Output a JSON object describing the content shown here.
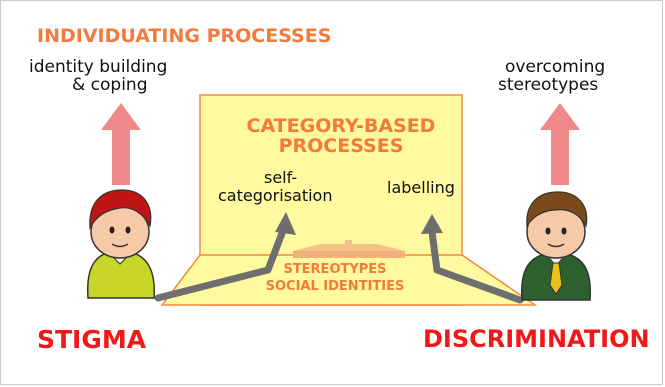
{
  "colors": {
    "panel_fill": "#fff9a0",
    "panel_stroke": "#f08a3a",
    "header_orange": "#f47a3a",
    "label_red": "#f01818",
    "arrow_pink": "#f08a8a",
    "arrow_gray": "#6e6e6e"
  },
  "icons": [
    "person-red-hair-icon",
    "person-brown-hair-tie-icon",
    "pedestal-icon"
  ],
  "title": "INDIVIDUATING PROCESSES",
  "left_top": {
    "line1": "identity building",
    "line2": "& coping"
  },
  "right_top": {
    "line1": "overcoming",
    "line2": "stereotypes"
  },
  "center": {
    "heading_line1": "CATEGORY-BASED",
    "heading_line2": "PROCESSES",
    "self_line1": "self-",
    "self_line2": "categorisation",
    "labelling": "labelling",
    "base_line1": "STEREOTYPES",
    "base_line2": "SOCIAL IDENTITIES"
  },
  "left_label": "STIGMA",
  "right_label": "DISCRIMINATION"
}
